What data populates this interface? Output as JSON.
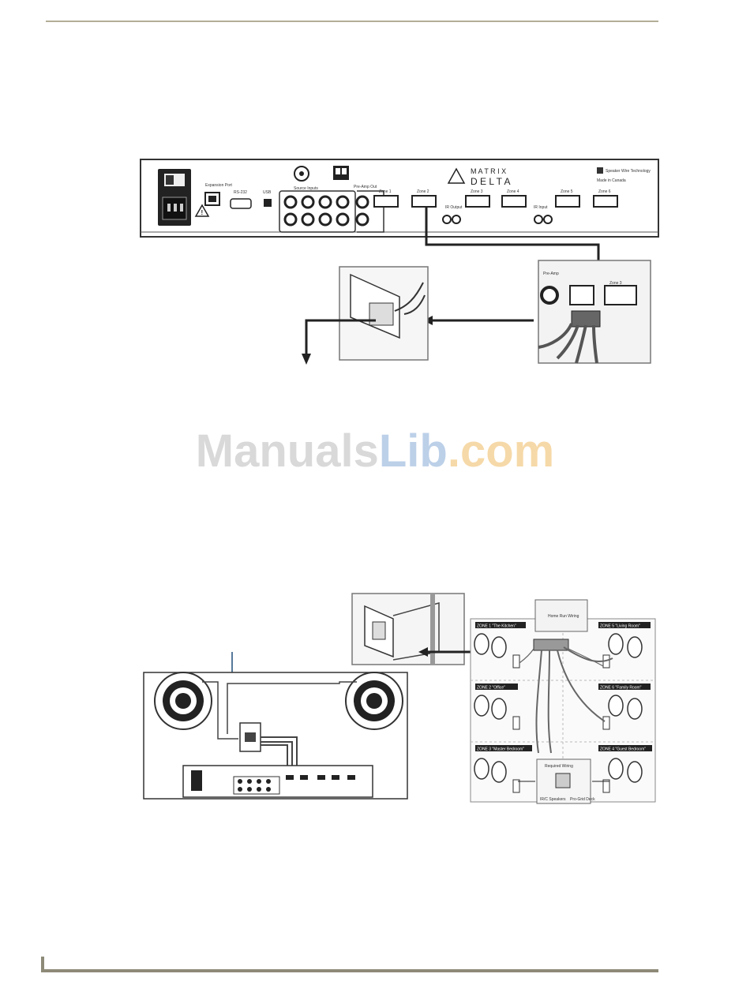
{
  "watermark": {
    "part1": "Manuals",
    "part2": "Lib",
    "part3": ".com"
  },
  "rear_panel": {
    "brand_top": "M A T R I X",
    "brand_bottom": "D E L T A",
    "ip_label": "Speaker Wire Technology",
    "made_label": "Made in Canada",
    "expansion_port": "Expansion Port",
    "rs232": "RS-232",
    "usb": "USB",
    "source_inputs": "Source Inputs",
    "preamp_out": "Pre-Amp Out",
    "zones": [
      "Zone 1",
      "Zone 2",
      "Zone 3",
      "Zone 4",
      "Zone 5",
      "Zone 6"
    ],
    "ir_output": "IR Output",
    "ir_input": "IR Input"
  },
  "closeup": {
    "zone_label": "Zone 3",
    "preamp": "Pre-Amp"
  },
  "zones_diagram": {
    "zones": [
      "ZONE 1 \"The Kitchen\"",
      "ZONE 2 \"Office\"",
      "ZONE 3 \"Master Bedroom\"",
      "ZONE 4 \"Guest Bedroom\"",
      "ZONE 5 \"Living Room\"",
      "ZONE 6 \"Family Room\""
    ],
    "home_run": "Home Run Wiring",
    "required_wiring": "Required Wiring",
    "speakers": "IR/C Speakers",
    "deck": "Pro-Grid Deck"
  }
}
